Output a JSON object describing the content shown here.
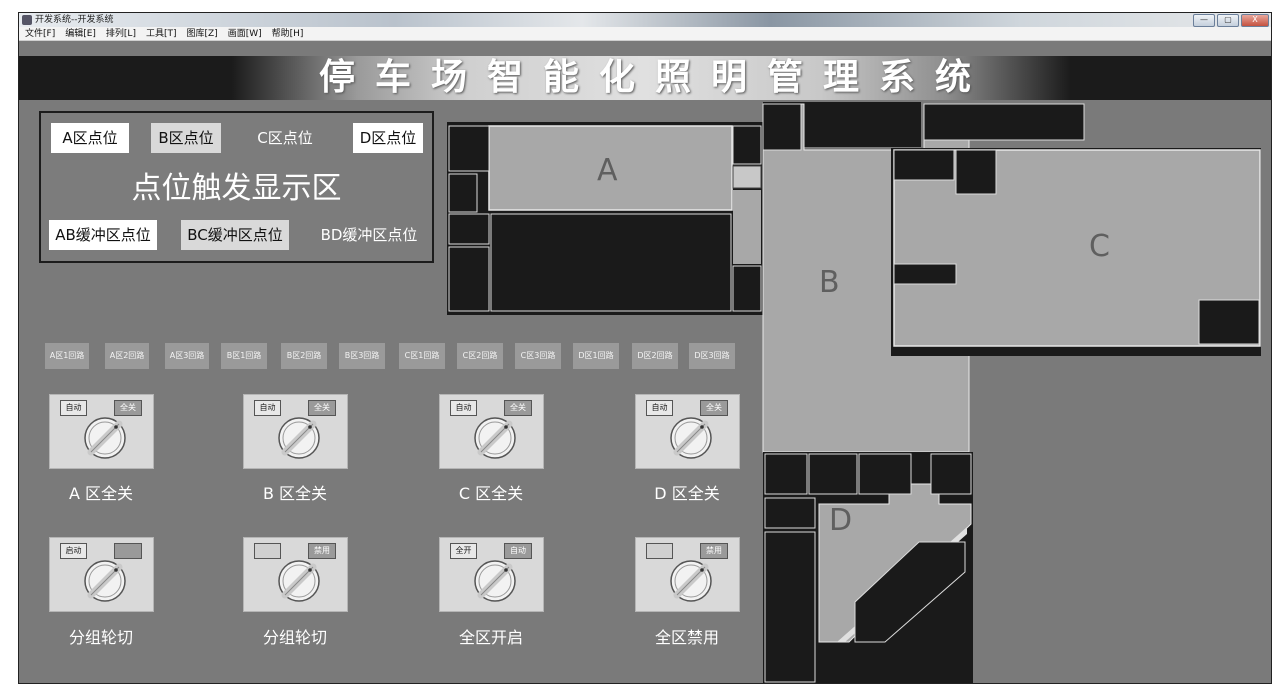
{
  "window": {
    "title": "开发系统--开发系统",
    "controls": [
      "—",
      "▢",
      "X"
    ]
  },
  "menu": [
    "文件[F]",
    "编辑[E]",
    "排列[L]",
    "工具[T]",
    "图库[Z]",
    "画面[W]",
    "帮助[H]"
  ],
  "header": {
    "title": "停车场智能化照明管理系统"
  },
  "trigger": {
    "title": "点位触发显示区",
    "zones": [
      "A区点位",
      "B区点位",
      "C区点位",
      "D区点位"
    ],
    "buffers": [
      "AB缓冲区点位",
      "BC缓冲区点位",
      "BD缓冲区点位"
    ]
  },
  "loops": [
    "A区1回路",
    "A区2回路",
    "A区3回路",
    "B区1回路",
    "B区2回路",
    "B区3回路",
    "C区1回路",
    "C区2回路",
    "C区3回路",
    "D区1回路",
    "D区2回路",
    "D区3回路"
  ],
  "knobs_row1": [
    {
      "left": "自动",
      "right": "全关",
      "caption": "A 区全关"
    },
    {
      "left": "自动",
      "right": "全关",
      "caption": "B 区全关"
    },
    {
      "left": "自动",
      "right": "全关",
      "caption": "C 区全关"
    },
    {
      "left": "自动",
      "right": "全关",
      "caption": "D 区全关"
    }
  ],
  "knobs_row2": [
    {
      "left": "启动",
      "right": "",
      "caption": "分组轮切"
    },
    {
      "left": "",
      "right": "禁用",
      "caption": "分组轮切"
    },
    {
      "left": "全开",
      "right": "自动",
      "caption": "全区开启"
    },
    {
      "left": "",
      "right": "禁用",
      "caption": "全区禁用"
    }
  ],
  "map": {
    "zones": [
      "A",
      "B",
      "C",
      "D"
    ]
  },
  "colors": {
    "canvas": "#7a7a7a",
    "floor": "#a8a8a8",
    "room": "#1a1a1a"
  }
}
